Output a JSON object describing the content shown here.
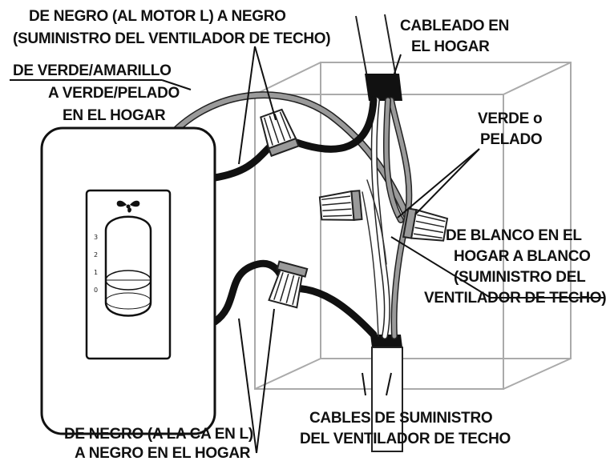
{
  "labels": {
    "black_motor_line1": "DE NEGRO (AL MOTOR L) A NEGRO",
    "black_motor_line2": "(SUMINISTRO DEL VENTILADOR DE TECHO)",
    "green_yellow_line1": "DE VERDE/AMARILLO",
    "green_yellow_line2": "A VERDE/PELADO",
    "green_yellow_line3": "EN EL HOGAR",
    "household_wiring_line1": "CABLEADO EN",
    "household_wiring_line2": "EL HOGAR",
    "green_bare_line1": "VERDE o",
    "green_bare_line2": "PELADO",
    "white_line1": "DE BLANCO EN EL",
    "white_line2": "HOGAR A BLANCO",
    "white_line3": "(SUMINISTRO DEL",
    "white_line4": "VENTILADOR DE TECHO)",
    "supply_line1": "CABLES DE SUMINISTRO",
    "supply_line2": "DEL VENTILADOR DE TECHO",
    "black_ac_line1": "DE NEGRO (A LA CA EN L)",
    "black_ac_line2": "A NEGRO EN EL HOGAR"
  },
  "switch": {
    "fan_symbol": "fan-icon",
    "speeds": [
      "3",
      "2",
      "1",
      "0"
    ]
  },
  "colors": {
    "wire_black": "#111111",
    "wire_gray": "#9a9a9a",
    "box_outline": "#aaaaaa"
  }
}
